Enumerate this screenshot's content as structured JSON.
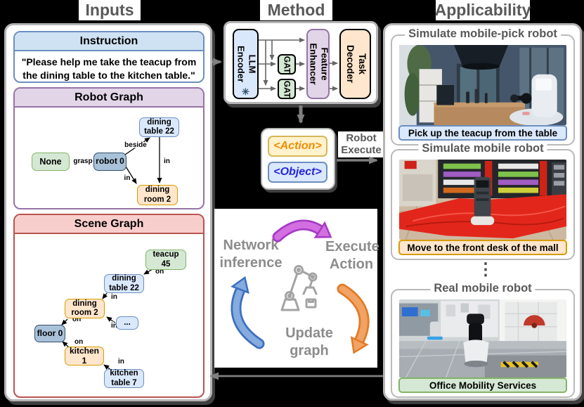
{
  "titles": {
    "inputs": "Inputs",
    "method": "Method",
    "applicability": "Applicability"
  },
  "inputs": {
    "instruction": {
      "header": "Instruction",
      "text": "\"Please help me take the teacup from the dining table to the kitchen table.\""
    },
    "robot_graph": {
      "header": "Robot Graph",
      "nodes": [
        {
          "id": "dining-table-22",
          "label": "dining\ntable 22",
          "color": "blue"
        },
        {
          "id": "none",
          "label": "None",
          "color": "green"
        },
        {
          "id": "robot-0",
          "label": "robot 0",
          "color": "grayblue"
        },
        {
          "id": "dining-room-2",
          "label": "dining\nroom 2",
          "color": "orange"
        }
      ],
      "edges": [
        {
          "from": "robot 0",
          "to": "None",
          "label": "grasp"
        },
        {
          "from": "robot 0",
          "to": "dining table 22",
          "label": "beside"
        },
        {
          "from": "robot 0",
          "to": "dining room 2",
          "label": "in"
        },
        {
          "from": "dining table 22",
          "to": "dining room 2",
          "label": "in"
        }
      ]
    },
    "scene_graph": {
      "header": "Scene Graph",
      "nodes": [
        {
          "id": "teacup-45",
          "label": "teacup\n45",
          "color": "green"
        },
        {
          "id": "dining-table-22",
          "label": "dining\ntable 22",
          "color": "blue"
        },
        {
          "id": "dining-room-2",
          "label": "dining\nroom 2",
          "color": "orange"
        },
        {
          "id": "more-nodes",
          "label": "...",
          "color": "blue"
        },
        {
          "id": "floor-0",
          "label": "floor 0",
          "color": "grayblue"
        },
        {
          "id": "kitchen-1",
          "label": "kitchen 1",
          "color": "orange"
        },
        {
          "id": "kitchen-table-7",
          "label": "kitchen\ntable 7",
          "color": "blue"
        }
      ],
      "edges": [
        {
          "from": "teacup 45",
          "to": "dining table 22",
          "label": "on"
        },
        {
          "from": "dining table 22",
          "to": "dining room 2",
          "label": "in"
        },
        {
          "from": "dining room 2",
          "to": "floor 0",
          "label": "on"
        },
        {
          "from": "...",
          "to": "dining room 2",
          "label": "in"
        },
        {
          "from": "kitchen 1",
          "to": "floor 0",
          "label": "on"
        },
        {
          "from": "kitchen table 7",
          "to": "kitchen 1",
          "label": "in"
        }
      ]
    }
  },
  "method": {
    "pipeline": {
      "llm_encoder": "LLM\nEncoder",
      "frozen_icon": "✳",
      "gat_top": "GAT",
      "gat_bottom": "GAT",
      "feature_enhancer": "Feature\nEnhancer",
      "task_decoder": "Task\nDecoder"
    },
    "output": {
      "action": "<Action>",
      "object": "<Object>"
    },
    "robot_execute": "Robot Execute",
    "cycle": {
      "network_inference": "Network inference",
      "execute_action": "Execute Action",
      "update_graph": "Update graph"
    }
  },
  "applicability": {
    "sections": [
      {
        "title": "Simulate mobile-pick robot",
        "caption": "Pick up the teacup from the table"
      },
      {
        "title": "Simulate mobile robot",
        "caption": "Move to the front desk of the mall"
      },
      {
        "title": "Real mobile robot",
        "caption": "Office Mobility Services"
      }
    ],
    "ellipsis": "⋮"
  },
  "colors": {
    "node_blue": "#dae8fc",
    "node_blue_border": "#6c8ebf",
    "node_green": "#d5e8d4",
    "node_green_border": "#82b366",
    "node_orange": "#ffe6cc",
    "node_orange_border": "#d79b00",
    "node_grayblue": "#a9c2d9",
    "node_grayblue_border": "#33506b",
    "header_blue": "#cfe2f3",
    "header_purple": "#e1d5e7",
    "header_red": "#f8cecc",
    "action_text": "#f08c00",
    "object_text": "#2626d9",
    "cycle_text": "#8c8c8c",
    "title_text": "#595959",
    "arrow_gray": "#7f7f7f",
    "cycle_purple": "#d36fe0",
    "cycle_blue": "#85abdf",
    "cycle_orange": "#f2a263"
  }
}
